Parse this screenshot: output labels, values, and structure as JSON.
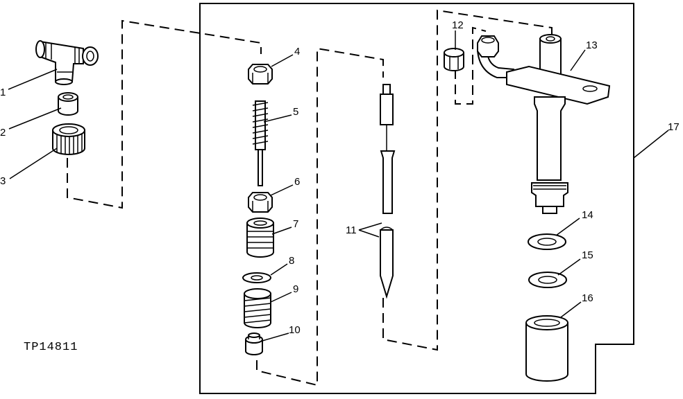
{
  "figure_id": "TP14811",
  "callouts": [
    {
      "id": "1",
      "label": "1"
    },
    {
      "id": "2",
      "label": "2"
    },
    {
      "id": "3",
      "label": "3"
    },
    {
      "id": "4",
      "label": "4"
    },
    {
      "id": "5",
      "label": "5"
    },
    {
      "id": "6",
      "label": "6"
    },
    {
      "id": "7",
      "label": "7"
    },
    {
      "id": "8",
      "label": "8"
    },
    {
      "id": "9",
      "label": "9"
    },
    {
      "id": "10",
      "label": "10"
    },
    {
      "id": "11",
      "label": "11"
    },
    {
      "id": "12",
      "label": "12"
    },
    {
      "id": "13",
      "label": "13"
    },
    {
      "id": "14",
      "label": "14"
    },
    {
      "id": "15",
      "label": "15"
    },
    {
      "id": "16",
      "label": "16"
    },
    {
      "id": "17",
      "label": "17"
    }
  ]
}
